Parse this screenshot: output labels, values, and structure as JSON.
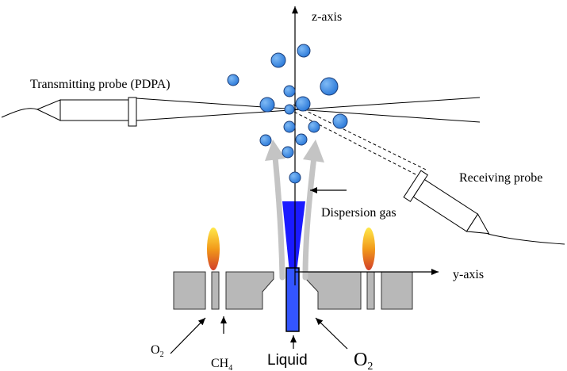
{
  "labels": {
    "z_axis": "z-axis",
    "y_axis": "y-axis",
    "transmitting_probe": "Transmitting probe (PDPA)",
    "receiving_probe": "Receiving probe",
    "dispersion_gas": "Dispersion gas",
    "liquid": "Liquid",
    "o2_left_main": "O",
    "o2_left_sub": "2",
    "ch4_main": "CH",
    "ch4_sub": "4",
    "o2_right_main": "O",
    "o2_right_sub": "2"
  },
  "colors": {
    "droplet_fill": "#3d8fe8",
    "droplet_stroke": "#1c3f7a",
    "nozzle_blue": "#1a1aff",
    "liquid_tube": "#3355ff",
    "gas_arrow": "#c0c0c0",
    "burner_block": "#b8b8b8",
    "flame_top": "#ffe84a",
    "flame_mid": "#f29a1a",
    "flame_bottom": "#d2402a"
  }
}
